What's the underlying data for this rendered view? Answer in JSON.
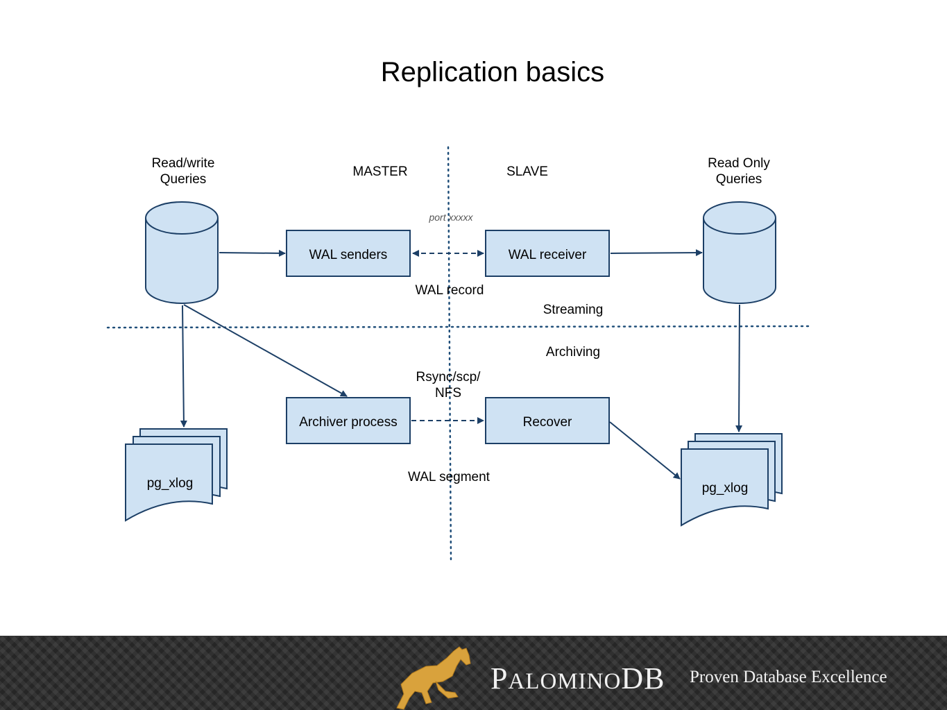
{
  "slide": {
    "title": "Replication basics"
  },
  "diagram": {
    "columns": {
      "master": "MASTER",
      "slave": "SLAVE"
    },
    "sections": {
      "streaming": "Streaming",
      "archiving": "Archiving"
    },
    "master_db": {
      "label_line1": "Read/write",
      "label_line2": "Queries"
    },
    "slave_db": {
      "label_line1": "Read Only",
      "label_line2": "Queries"
    },
    "boxes": {
      "wal_senders": "WAL senders",
      "wal_receiver": "WAL receiver",
      "archiver": "Archiver process",
      "recover": "Recover"
    },
    "documents": {
      "master_xlog": "pg_xlog",
      "slave_xlog": "pg_xlog"
    },
    "edge_labels": {
      "port": "port xxxxx",
      "wal_record": "WAL record",
      "transfer_line1": "Rsync/scp/",
      "transfer_line2": "NFS",
      "wal_segment": "WAL segment"
    },
    "colors": {
      "node_fill": "#cfe2f3",
      "node_stroke": "#1c3f66",
      "divider": "#1f4e79"
    }
  },
  "footer": {
    "brand_first": "P",
    "brand_small": "ALOMINO",
    "brand_last": "DB",
    "tagline": "Proven Database Excellence",
    "logo_icon": "horse-logo-icon"
  }
}
